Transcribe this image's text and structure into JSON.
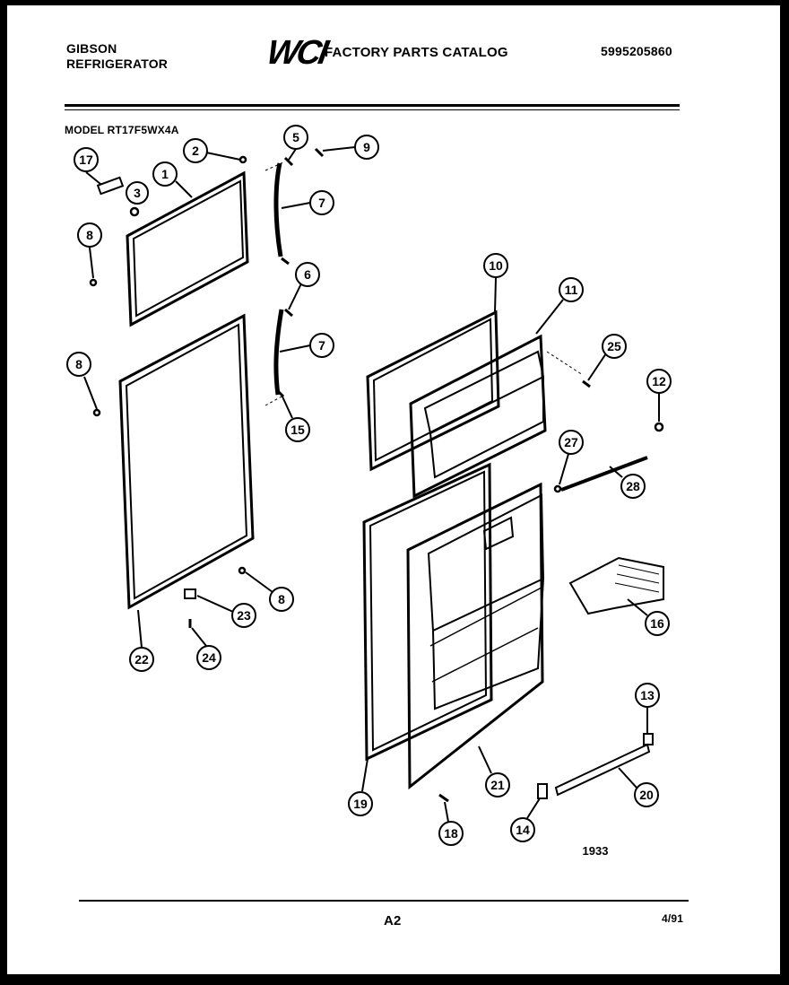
{
  "header": {
    "brand_line1": "GIBSON",
    "brand_line2": "REFRIGERATOR",
    "logo": "WCI",
    "catalog_title": "FACTORY PARTS CATALOG",
    "part_number": "5995205860"
  },
  "model_label": "MODEL RT17F5WX4A",
  "figure_number": "1933",
  "footer": {
    "page": "A2",
    "date": "4/91"
  },
  "callouts": [
    "17",
    "2",
    "1",
    "3",
    "8",
    "5",
    "9",
    "7",
    "6",
    "7",
    "8",
    "15",
    "10",
    "11",
    "25",
    "12",
    "27",
    "28",
    "16",
    "13",
    "20",
    "14",
    "18",
    "21",
    "19",
    "8",
    "23",
    "22",
    "24"
  ]
}
